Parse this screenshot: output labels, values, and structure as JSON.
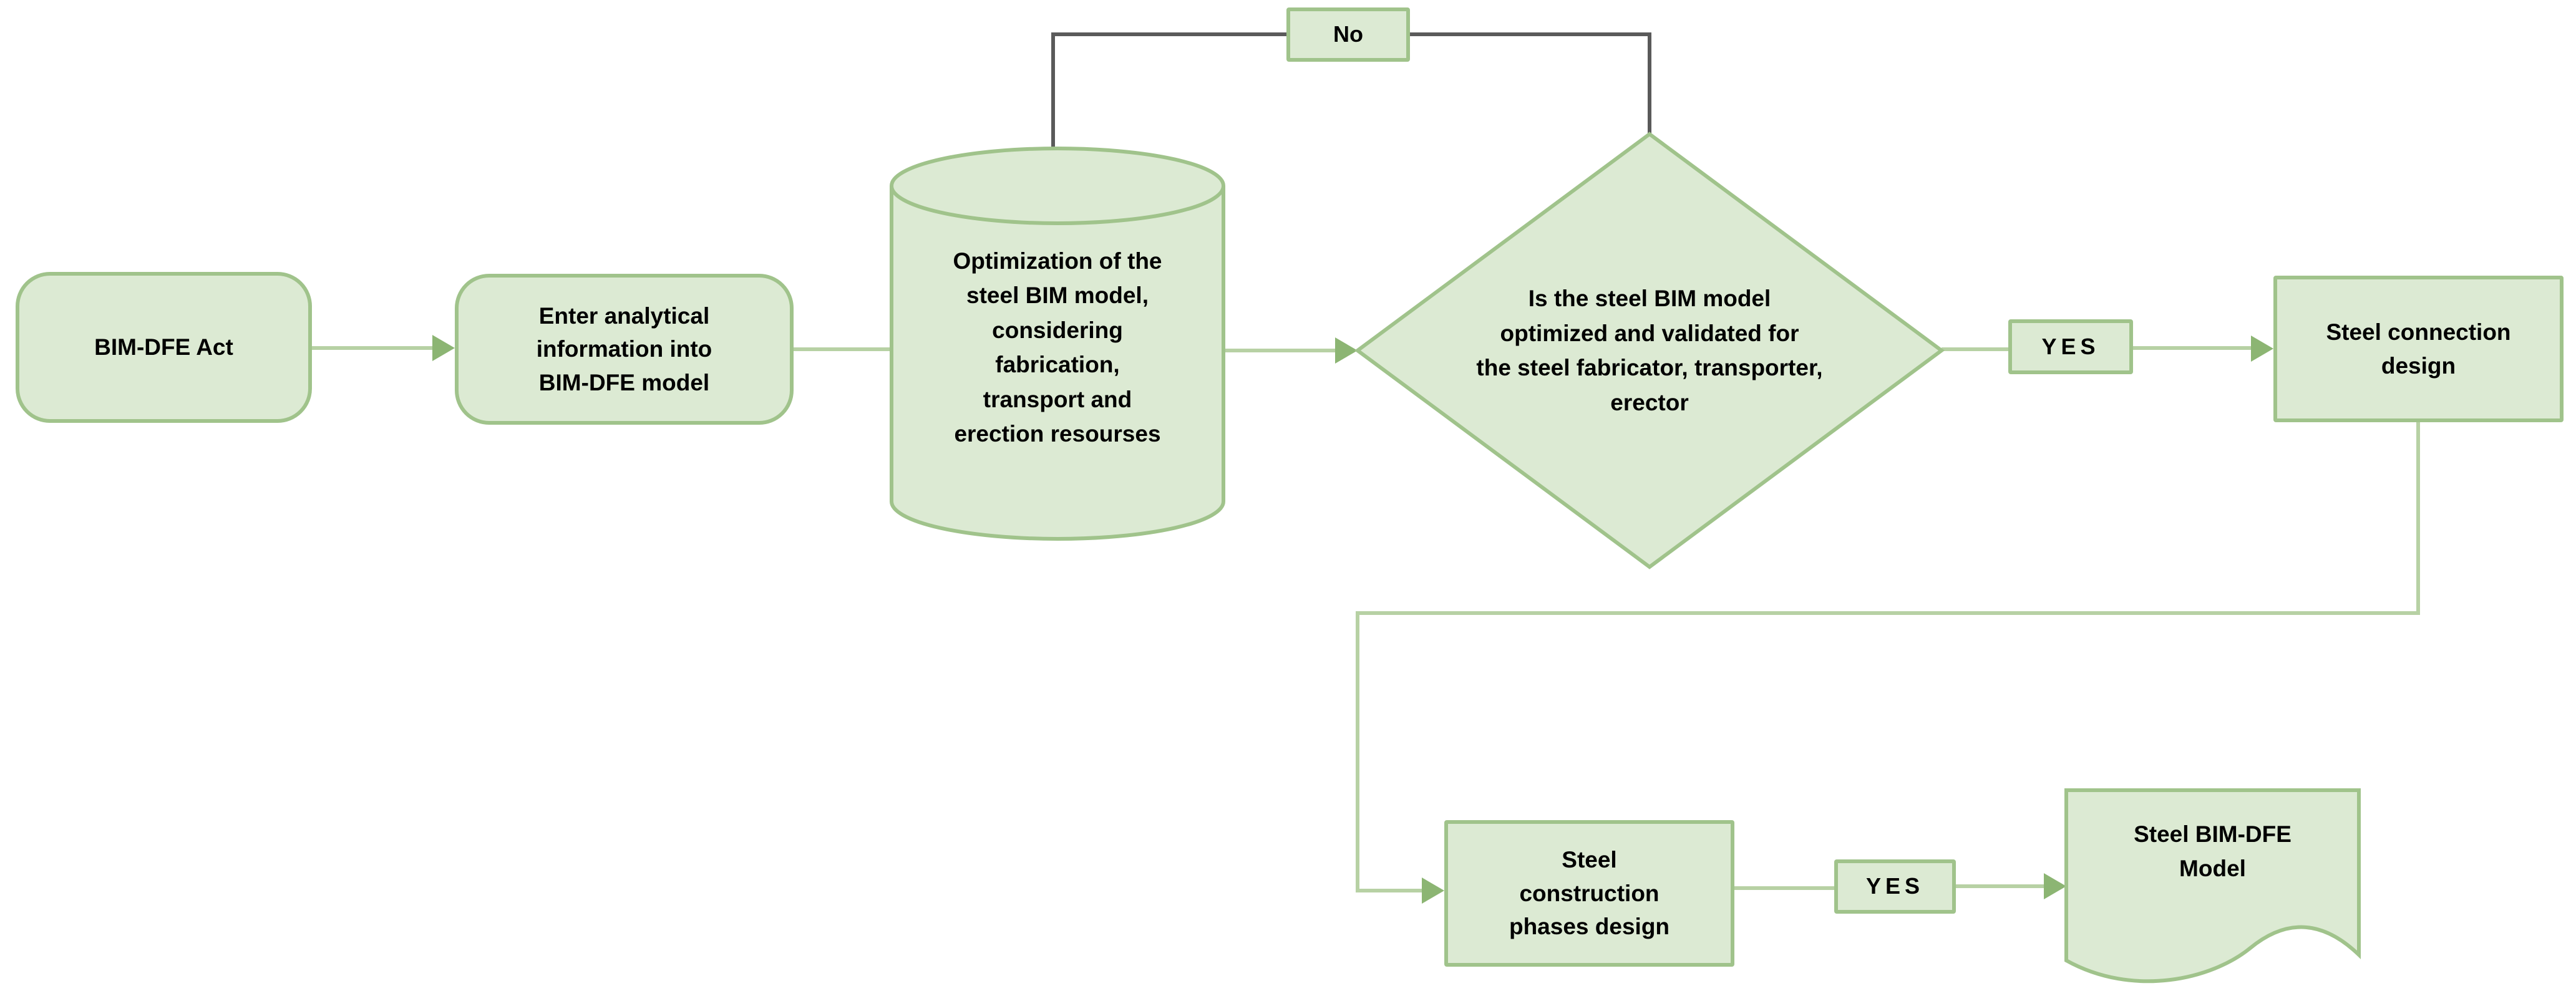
{
  "diagram": {
    "title": "Steel BIM-DFE process flowchart",
    "colors": {
      "background": "#ffffff",
      "node_fill": "#dcead3",
      "node_stroke": "#a0c38b",
      "connector_green": "#b7d1a4",
      "arrowhead_green": "#8cb573",
      "no_loop_gray": "#5a5a5a",
      "text": "#000000"
    },
    "nodes": {
      "start": {
        "type": "rounded-rect",
        "label": "BIM-DFE Act"
      },
      "enter_info": {
        "type": "rounded-rect",
        "label": "Enter analytical\ninformation into\nBIM-DFE model"
      },
      "optimization_db": {
        "type": "cylinder",
        "label": "Optimization of the\nsteel BIM model,\nconsidering\nfabrication,\ntransport and\nerection resourses"
      },
      "decision": {
        "type": "diamond",
        "label": "Is the steel BIM model\noptimized and validated for\nthe steel fabricator, transporter,\nerector"
      },
      "steel_connection_design": {
        "type": "rect",
        "label": "Steel connection\ndesign"
      },
      "steel_construction_phases": {
        "type": "rect",
        "label": "Steel\nconstruction\nphases design"
      },
      "steel_bim_dfe_model": {
        "type": "document",
        "label": "Steel BIM-DFE\nModel"
      }
    },
    "edge_labels": {
      "no": "No",
      "yes_1": "YES",
      "yes_2": "YES"
    }
  }
}
